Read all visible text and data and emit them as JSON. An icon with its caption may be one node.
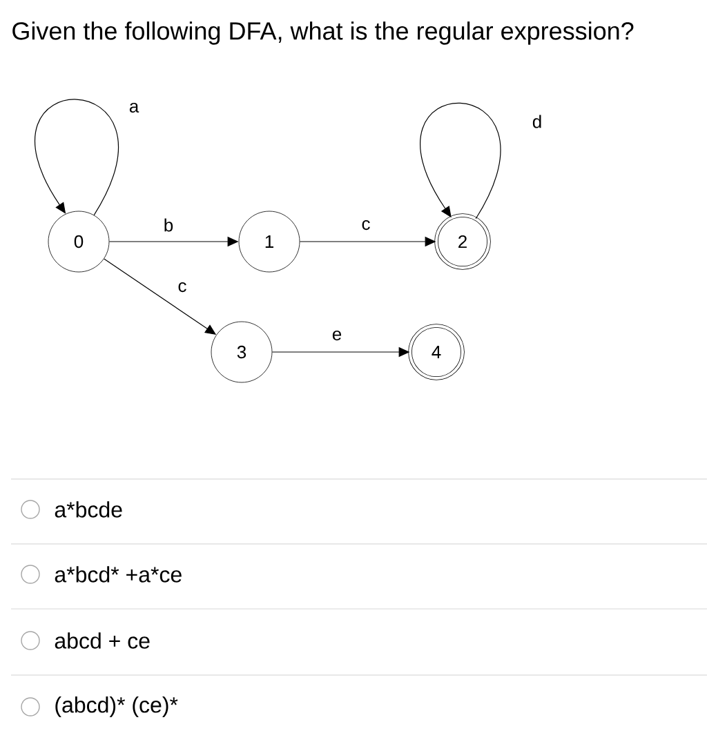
{
  "diagram": {
    "title": "Given the following DFA, what is the regular expression?",
    "nodes": [
      {
        "text": [
          "0"
        ]
      },
      {
        "text": [
          "1"
        ]
      },
      {
        "text": [
          "2"
        ]
      },
      {
        "text": [
          "3"
        ]
      },
      {
        "text": [
          "4"
        ]
      }
    ],
    "edges": [
      {
        "from": 0,
        "to": 0,
        "arrow": "to",
        "label": "a"
      },
      {
        "from": 0,
        "to": 1,
        "arrow": "to",
        "label": "b"
      },
      {
        "from": 1,
        "to": 2,
        "arrow": "to",
        "label": "c"
      },
      {
        "from": 2,
        "to": 2,
        "arrow": "to",
        "label": "d"
      },
      {
        "from": 0,
        "to": 3,
        "arrow": "to",
        "label": "c"
      },
      {
        "from": 3,
        "to": 4,
        "arrow": "to",
        "label": "e"
      }
    ],
    "labels": [
      "a*bcde",
      "a*bcd* +a*ce",
      "abcd + ce",
      "(abcd)* (ce)*"
    ]
  }
}
